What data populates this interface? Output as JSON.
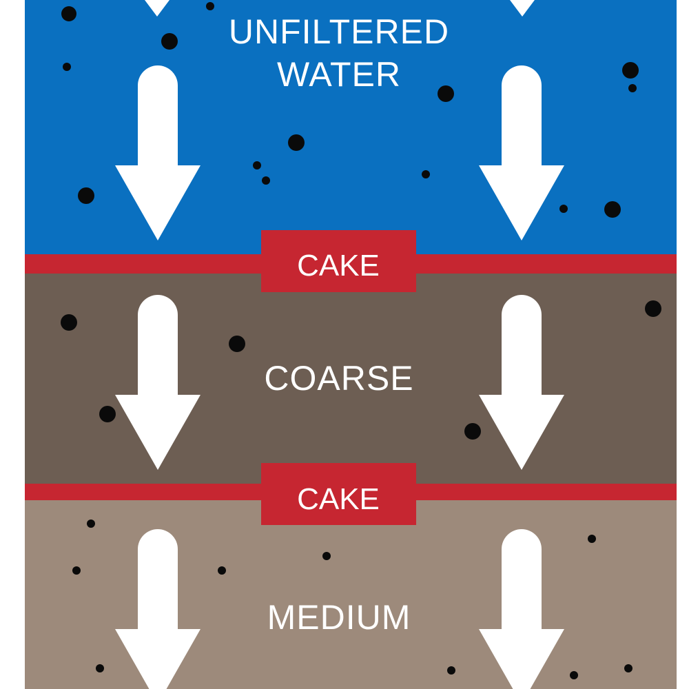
{
  "layers": [
    {
      "id": "water",
      "label_lines": [
        "UNFILTERED",
        "WATER"
      ],
      "color": "#0a70c0"
    },
    {
      "id": "coarse",
      "label_lines": [
        "COARSE"
      ],
      "color": "#6d5e53"
    },
    {
      "id": "medium",
      "label_lines": [
        "MEDIUM"
      ],
      "color": "#9d8a7b"
    }
  ],
  "cake": {
    "label": "CAKE",
    "color": "#c62631"
  },
  "colors": {
    "particle": "#0a0a0a",
    "arrow": "#ffffff",
    "background": "#ffffff"
  }
}
